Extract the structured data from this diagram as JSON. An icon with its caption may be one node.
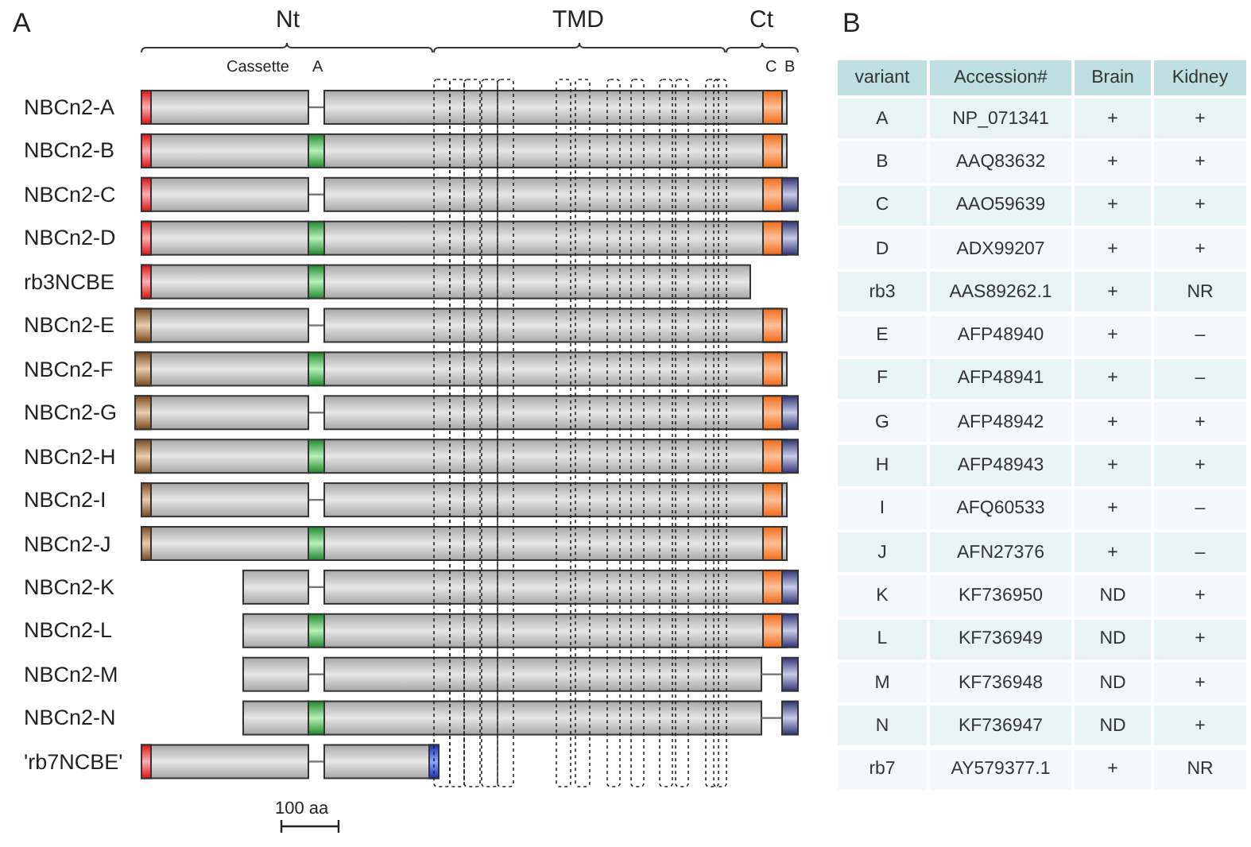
{
  "diagram": {
    "labels": [
      "A",
      "Nt",
      "TMD",
      "Ct",
      "Cassette",
      "A",
      "C",
      "B",
      "NBCn2-A",
      "NBCn2-B",
      "NBCn2-C",
      "NBCn2-D",
      "rb3NCBE",
      "NBCn2-E",
      "NBCn2-F",
      "NBCn2-G",
      "NBCn2-H",
      "NBCn2-I",
      "NBCn2-J",
      "NBCn2-K",
      "NBCn2-L",
      "NBCn2-M",
      "NBCn2-N",
      "'rb7NCBE'",
      "100 aa",
      "B",
      "variant",
      "Accession#",
      "Brain",
      "Kidney",
      "A",
      "NP_071341",
      "+",
      "+",
      "B",
      "AAQ83632",
      "+",
      "+",
      "C",
      "AAO59639",
      "+",
      "+",
      "D",
      "ADX99207",
      "+",
      "+",
      "rb3",
      "AAS89262.1",
      "+",
      "NR",
      "E",
      "AFP48940",
      "+",
      "–",
      "F",
      "AFP48941",
      "+",
      "–",
      "G",
      "AFP48942",
      "+",
      "+",
      "H",
      "AFP48943",
      "+",
      "+",
      "I",
      "AFQ60533",
      "+",
      "–",
      "J",
      "AFN27376",
      "+",
      "–",
      "K",
      "KF736950",
      "ND",
      "+",
      "L",
      "KF736949",
      "ND",
      "+",
      "M",
      "KF736948",
      "ND",
      "+",
      "N",
      "KF736947",
      "ND",
      "+",
      "rb7",
      "AY579377.1",
      "+",
      "NR"
    ]
  }
}
